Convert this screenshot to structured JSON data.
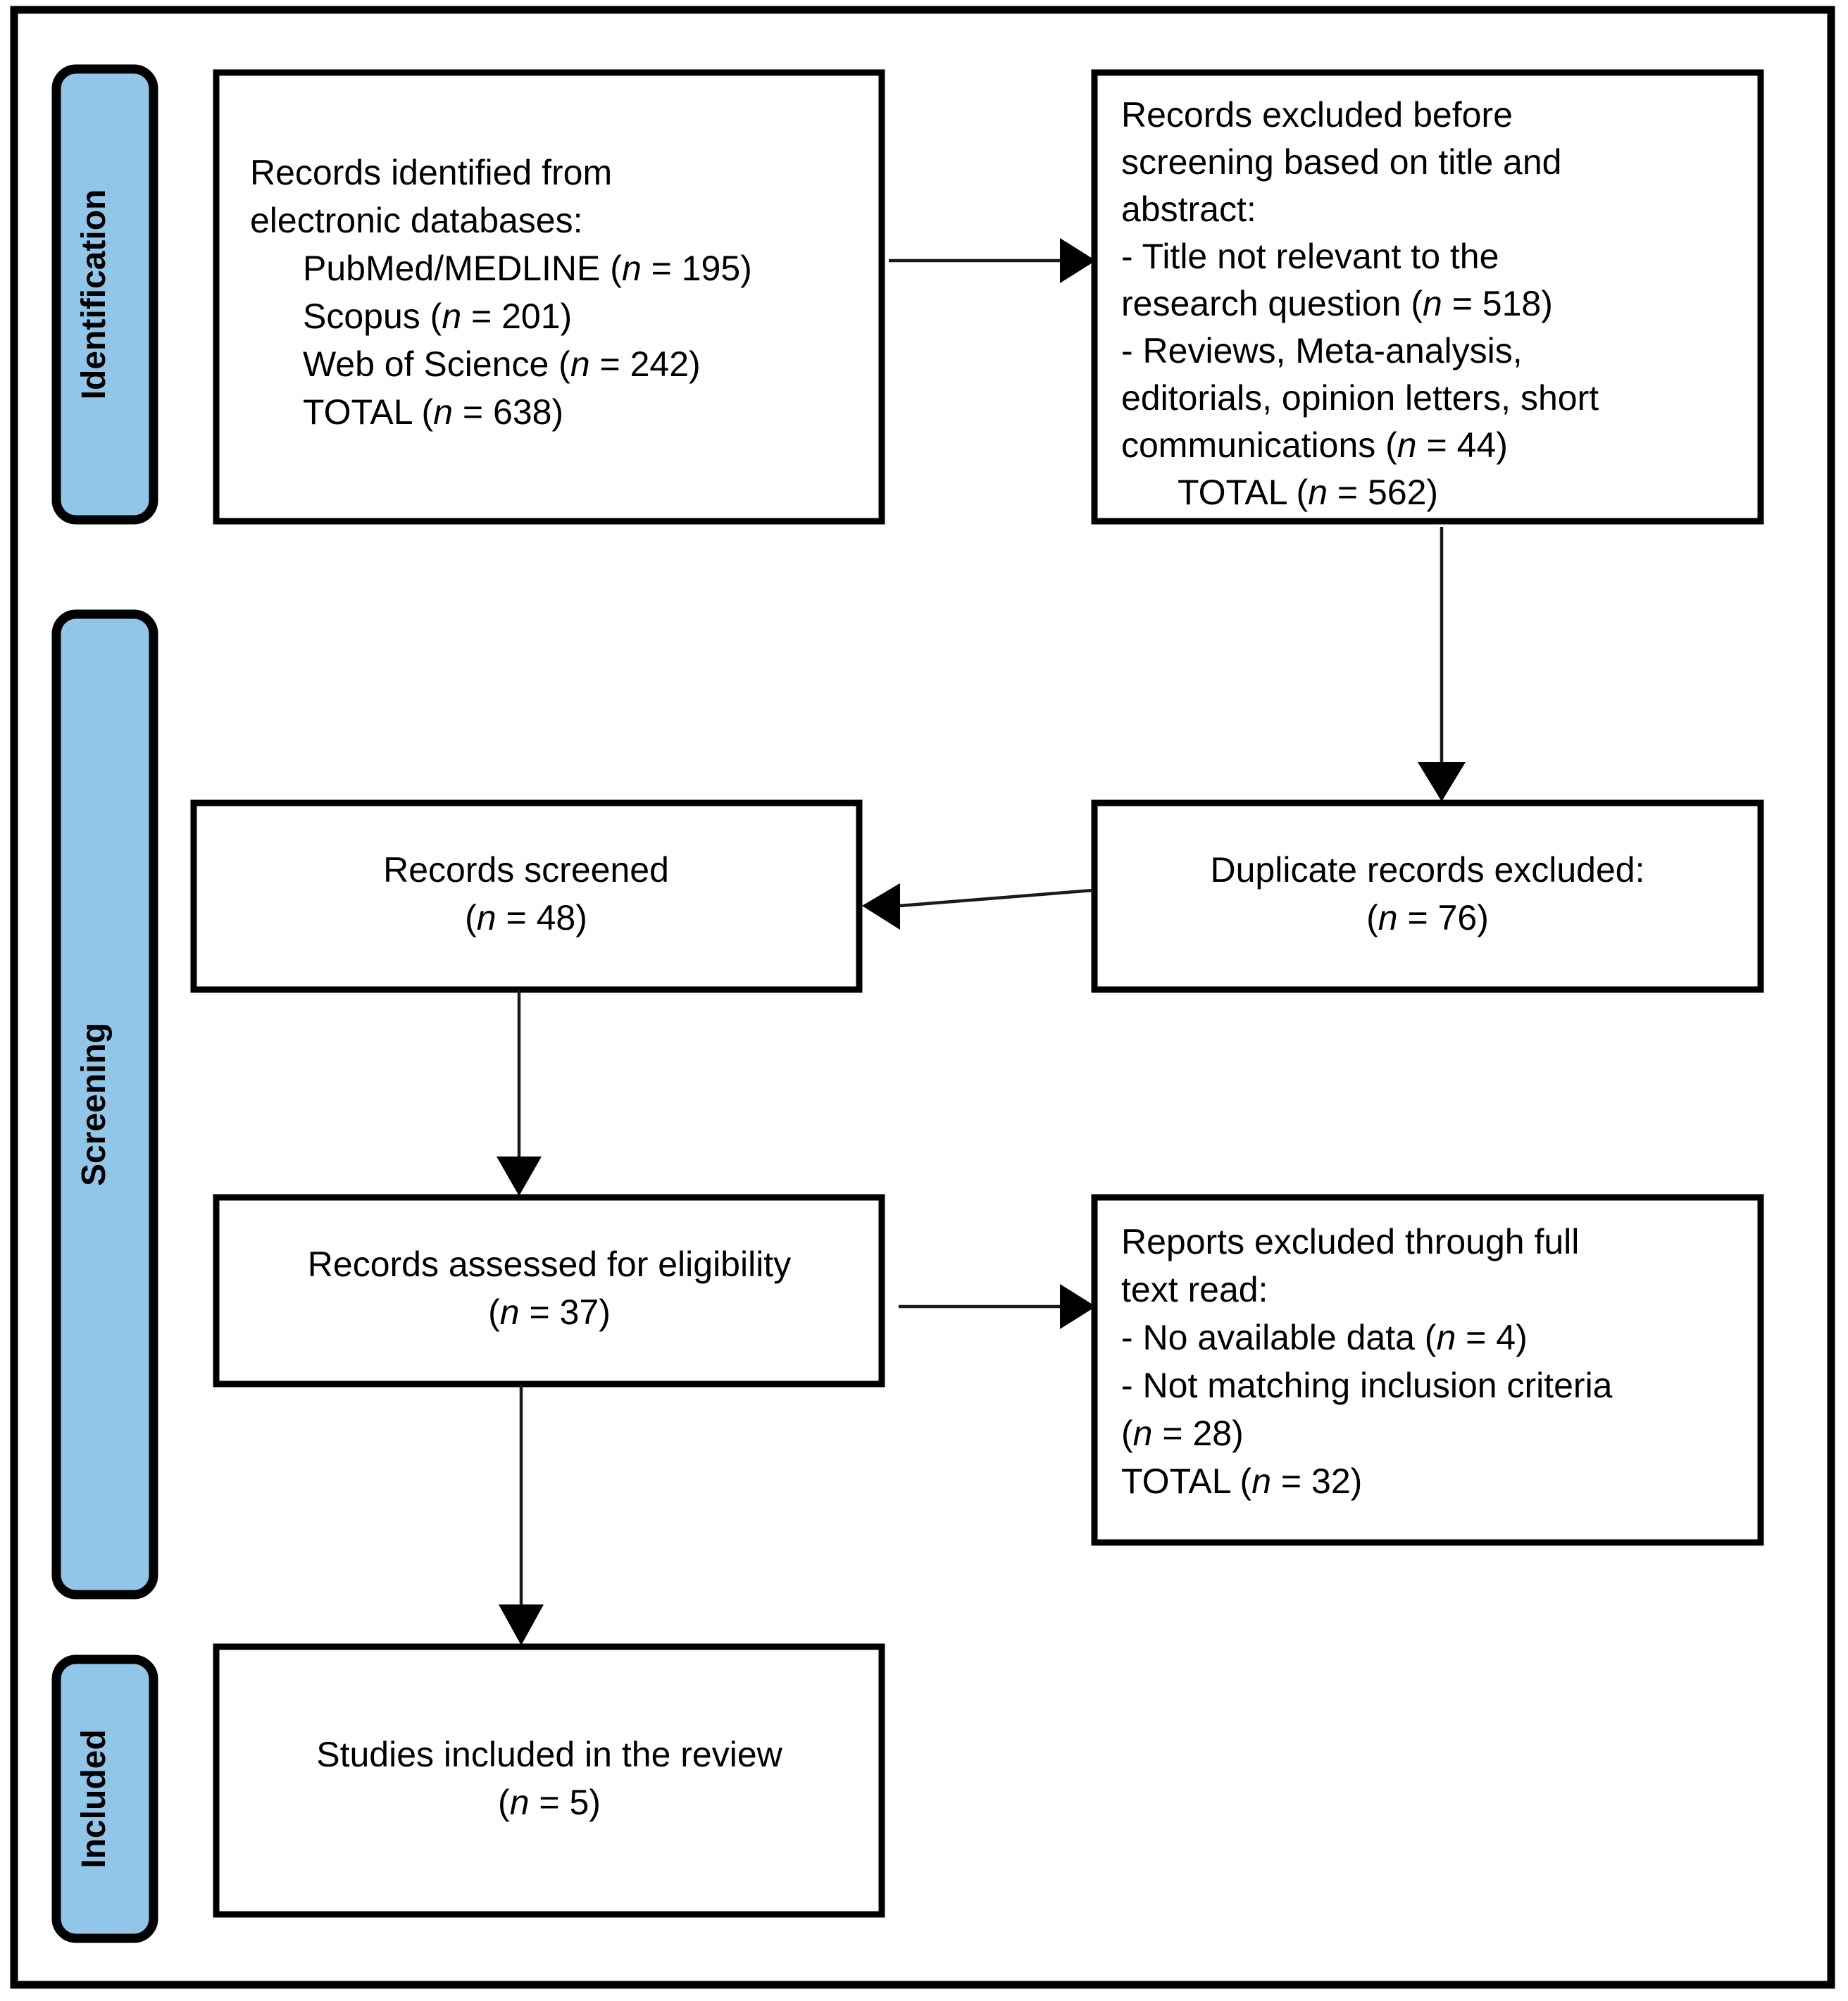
{
  "diagram": {
    "type": "prisma-flow-diagram",
    "frame_color": "#000000",
    "stage_bar_color": "#92C6E9",
    "box_fill": "#ffffff"
  },
  "stages": [
    {
      "id": "identification",
      "label": "Identification"
    },
    {
      "id": "screening",
      "label": "Screening"
    },
    {
      "id": "included",
      "label": "Included"
    }
  ],
  "boxes": {
    "identified": {
      "id": "records-identified",
      "lines": [
        {
          "text": "Records identified from",
          "indent": 0
        },
        {
          "text": "electronic databases:",
          "indent": 0
        },
        {
          "text": "PubMed/MEDLINE (n = 195)",
          "indent": 1
        },
        {
          "text": "Scopus (n = 201)",
          "indent": 1
        },
        {
          "text": "Web of Science (n = 242)",
          "indent": 1
        },
        {
          "text": "TOTAL (n = 638)",
          "indent": 1
        }
      ]
    },
    "excluded_before_screening": {
      "id": "records-excluded-before-screening",
      "lines": [
        {
          "text": "Records excluded before",
          "indent": 0
        },
        {
          "text": "screening based on title and",
          "indent": 0
        },
        {
          "text": "abstract:",
          "indent": 0
        },
        {
          "text": "- Title not relevant to the",
          "indent": 0
        },
        {
          "text": "research question (n = 518)",
          "indent": 0
        },
        {
          "text": "- Reviews, Meta-analysis,",
          "indent": 0
        },
        {
          "text": "editorials, opinion letters, short",
          "indent": 0
        },
        {
          "text": "communications (n = 44)",
          "indent": 0
        },
        {
          "text": "TOTAL (n = 562)",
          "indent": 1
        }
      ]
    },
    "screened": {
      "id": "records-screened",
      "lines": [
        {
          "text": "Records screened",
          "indent": 0
        },
        {
          "text": "(n = 48)",
          "indent": 0
        }
      ]
    },
    "duplicates": {
      "id": "duplicate-records-excluded",
      "lines": [
        {
          "text": "Duplicate records excluded:",
          "indent": 0
        },
        {
          "text": "(n = 76)",
          "indent": 0
        }
      ]
    },
    "eligibility": {
      "id": "records-assessed-for-eligibility",
      "lines": [
        {
          "text": "Records assessed for eligibility",
          "indent": 0
        },
        {
          "text": "(n = 37)",
          "indent": 0
        }
      ]
    },
    "fulltext_excluded": {
      "id": "reports-excluded-full-text",
      "lines": [
        {
          "text": "Reports excluded through full",
          "indent": 0
        },
        {
          "text": "text read:",
          "indent": 0
        },
        {
          "text": "- No available data (n = 4)",
          "indent": 0
        },
        {
          "text": "- Not matching inclusion criteria",
          "indent": 0
        },
        {
          "text": "(n = 28)",
          "indent": 0
        },
        {
          "text": "TOTAL (n = 32)",
          "indent": 0
        }
      ]
    },
    "included_studies": {
      "id": "studies-included-in-review",
      "lines": [
        {
          "text": "Studies included in the review",
          "indent": 0
        },
        {
          "text": "(n = 5)",
          "indent": 0
        }
      ]
    }
  },
  "counts": {
    "pubmed_medline": 195,
    "scopus": 201,
    "web_of_science": 242,
    "total_identified": 638,
    "title_not_relevant": 518,
    "reviews_meta_editorials": 44,
    "total_excluded_before_screening": 562,
    "records_screened": 48,
    "duplicates_excluded": 76,
    "records_assessed": 37,
    "no_available_data": 4,
    "not_matching_inclusion": 28,
    "total_fulltext_excluded": 32,
    "studies_included": 5
  },
  "connectors": [
    {
      "id": "identified-to-excluded",
      "direction": "right"
    },
    {
      "id": "excluded-to-duplicates",
      "direction": "down"
    },
    {
      "id": "duplicates-to-screened",
      "direction": "left"
    },
    {
      "id": "screened-to-eligibility",
      "direction": "down"
    },
    {
      "id": "eligibility-to-fulltext-excluded",
      "direction": "right"
    },
    {
      "id": "eligibility-to-included",
      "direction": "down"
    }
  ]
}
